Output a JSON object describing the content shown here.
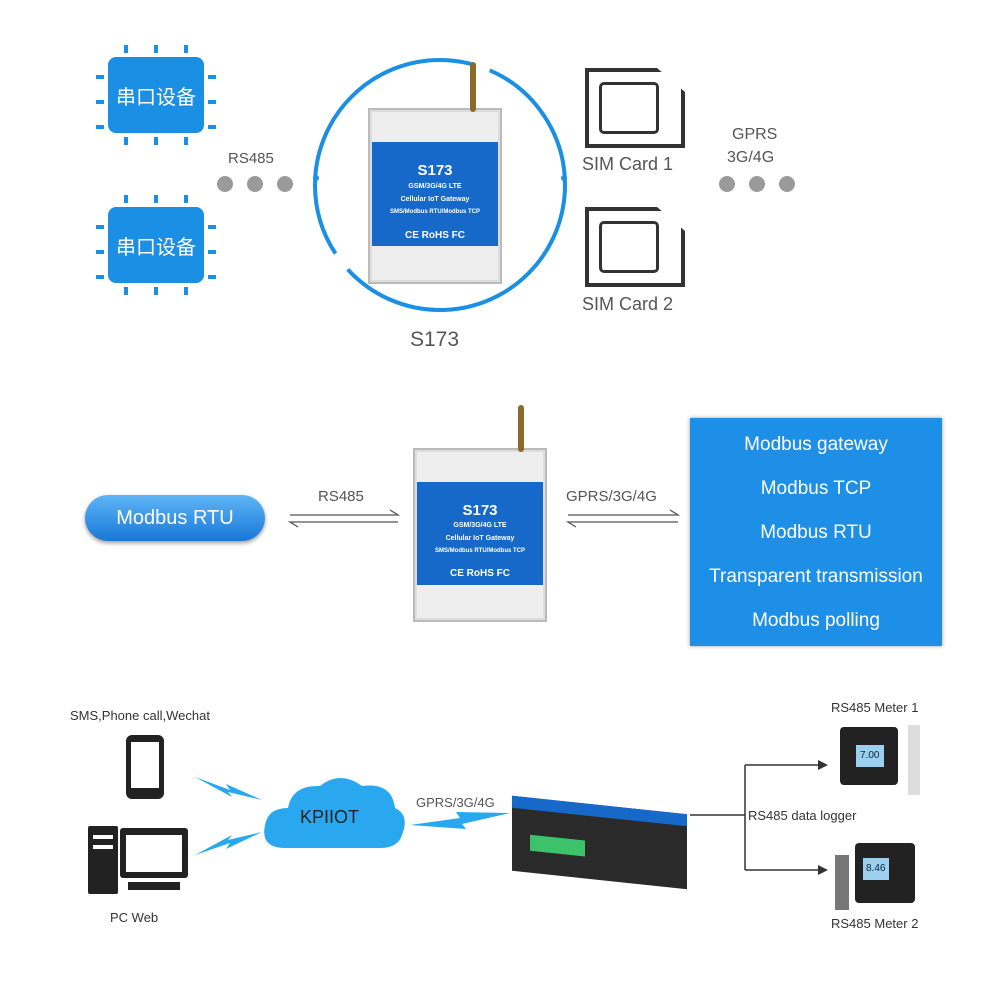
{
  "section1": {
    "chip_label": "串口设备",
    "rs485": "RS485",
    "device_model": "S173",
    "device_line1": "GSM/3G/4G LTE",
    "device_line2": "Cellular IoT Gateway",
    "device_line3": "SMS/Modbus RTU/Modbus TCP",
    "device_cert": "CE RoHS FC",
    "sim1": "SIM Card 1",
    "sim2": "SIM Card 2",
    "network_line1": "GPRS",
    "network_line2": "3G/4G",
    "caption": "S173",
    "accent": "#1a8fe3"
  },
  "section2": {
    "pill": "Modbus RTU",
    "rs485": "RS485",
    "network": "GPRS/3G/4G",
    "features": [
      "Modbus gateway",
      "Modbus TCP",
      "Modbus RTU",
      "Transparent transmission",
      "Modbus polling"
    ],
    "box_color": "#1e8fe6"
  },
  "section3": {
    "phone_label": "SMS,Phone call,Wechat",
    "pc_label": "PC Web",
    "cloud": "KPIIOT",
    "network": "GPRS/3G/4G",
    "logger": "RS485 data logger",
    "meter1": "RS485 Meter 1",
    "meter2": "RS485 Meter 2",
    "meter1_reading": "7.00",
    "meter2_reading": "8.46"
  }
}
